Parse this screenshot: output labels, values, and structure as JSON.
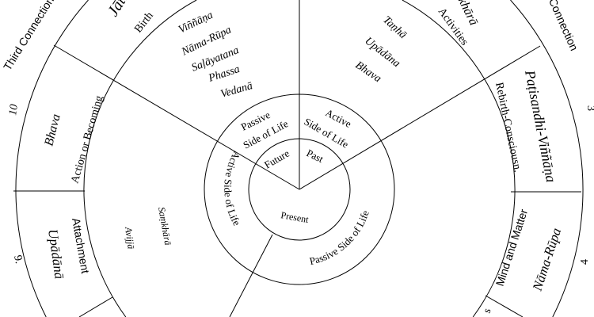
{
  "colors": {
    "line": "#000000",
    "background": "#ffffff"
  },
  "outer_ring": {
    "third_connection": "Third Connection",
    "first_connection": "First Connection",
    "num_10": "10",
    "num_9": "9.",
    "num_3": "3",
    "num_4": "4",
    "jati": "Jāti",
    "birth": "Birth",
    "bhava": "Bhava",
    "action_or_becoming": "Action or Becoming",
    "upadana": "Upādānā",
    "attachment": "Attachment",
    "sankhara": "Saṅkhārā",
    "activities": "Activities",
    "patisandhi": "Paṭisandhi-Viññāṇa",
    "rebirth": "Rebirth-Consciousn.",
    "nama_rupa": "Nāma-Rūpa",
    "mind_and_matter": "Mind and Matter",
    "partial_bottom_right": "s"
  },
  "middle_zone": {
    "future_factors": [
      "Viññāṇa",
      "Nāma-Rūpa",
      "Saḷāyatana",
      "Phassa",
      "Vedanā"
    ],
    "present_factors": [
      "Taṇhā",
      "Upādāna",
      "Bhava"
    ],
    "past_factors": [
      "Avijjā",
      "Saṃkhārā"
    ]
  },
  "inner_ring": {
    "passive_top_1": "Passive",
    "passive_top_2": "Side of Life",
    "active_top_1": "Active",
    "active_top_2": "Side of Life",
    "active_left": "Active Side of Life",
    "passive_right": "Passive Side of Life"
  },
  "center": {
    "future": "Future",
    "past": "Past",
    "present": "Present"
  }
}
